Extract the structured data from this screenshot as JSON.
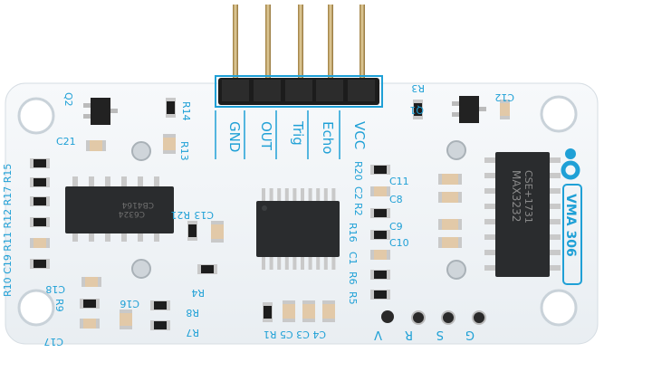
{
  "board": {
    "model_label": "VMA 306",
    "colors": {
      "pcb": "#f3f6f8",
      "silk": "#1fa0d6",
      "ic_body": "#2a2c2e",
      "pin": "#c9c9c9",
      "header_black": "#1c1c1c",
      "header_gold": "#c8a45a",
      "smd_body": "#e2c9a8",
      "smd_cap": "#d8d0c6",
      "resistor": "#1d1d1d"
    },
    "header_pins": [
      "GND",
      "OUT",
      "Trig",
      "Echo",
      "VCC"
    ],
    "ics": {
      "left_marking": "C6324",
      "left_marking2": "CB4164",
      "right_marking": "MAX3232",
      "right_marking2": "CSE+1731"
    },
    "bottom_pads": [
      "V",
      "R",
      "S",
      "G"
    ],
    "labels": {
      "q2": "Q2",
      "q1": "Q1",
      "r14": "R14",
      "r3": "R3",
      "c12": "C12",
      "c21": "C21",
      "r13": "R13",
      "left_column": "R10 C19 R11 R12 R17 R15",
      "r20": "R20",
      "c2": "C2",
      "r2": "R2",
      "r16": "R16",
      "c1": "C1",
      "r6": "R6",
      "r5": "R5",
      "c13": "C13",
      "r21": "R21",
      "c11": "C11",
      "c8": "C8",
      "c9": "C9",
      "c10": "C10",
      "c18": "C18",
      "r9": "R9",
      "c16": "C16",
      "r4": "R4",
      "r8": "R8",
      "r7": "R7",
      "c17": "C17",
      "c4c3c5r1": "C4 C3 C5 R1"
    }
  }
}
